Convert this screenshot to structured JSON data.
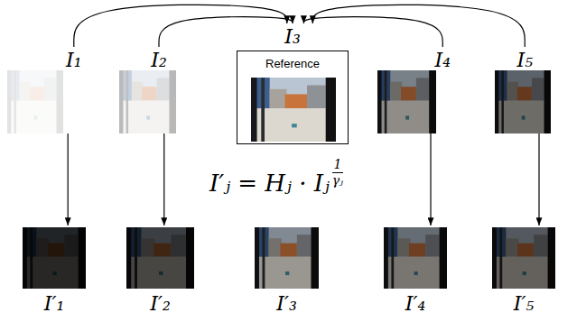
{
  "diagram": {
    "nodes": [
      {
        "text": [
          "I₁"
        ]
      },
      {
        "text": [
          "I₂"
        ]
      },
      {
        "text": [
          "I₃",
          "Reference"
        ]
      },
      {
        "text": [
          "I₄"
        ]
      },
      {
        "text": [
          "I₅"
        ]
      },
      {
        "text": [
          "I′₁"
        ]
      },
      {
        "text": [
          "I′₂"
        ]
      },
      {
        "text": [
          "I′₃"
        ]
      },
      {
        "text": [
          "I′₄"
        ]
      },
      {
        "text": [
          "I′₅"
        ]
      }
    ],
    "edges": [
      {
        "from": 0,
        "to": 2,
        "arrow": "to"
      },
      {
        "from": 1,
        "to": 2,
        "arrow": "to"
      },
      {
        "from": 3,
        "to": 2,
        "arrow": "to"
      },
      {
        "from": 4,
        "to": 2,
        "arrow": "to"
      },
      {
        "from": 0,
        "to": 5,
        "arrow": "to"
      },
      {
        "from": 1,
        "to": 6,
        "arrow": "to"
      },
      {
        "from": 3,
        "to": 8,
        "arrow": "to"
      },
      {
        "from": 4,
        "to": 9,
        "arrow": "to"
      }
    ],
    "labels": [
      "I′ⱼ = Hⱼ · Iⱼ",
      "1",
      "γⱼ"
    ]
  }
}
